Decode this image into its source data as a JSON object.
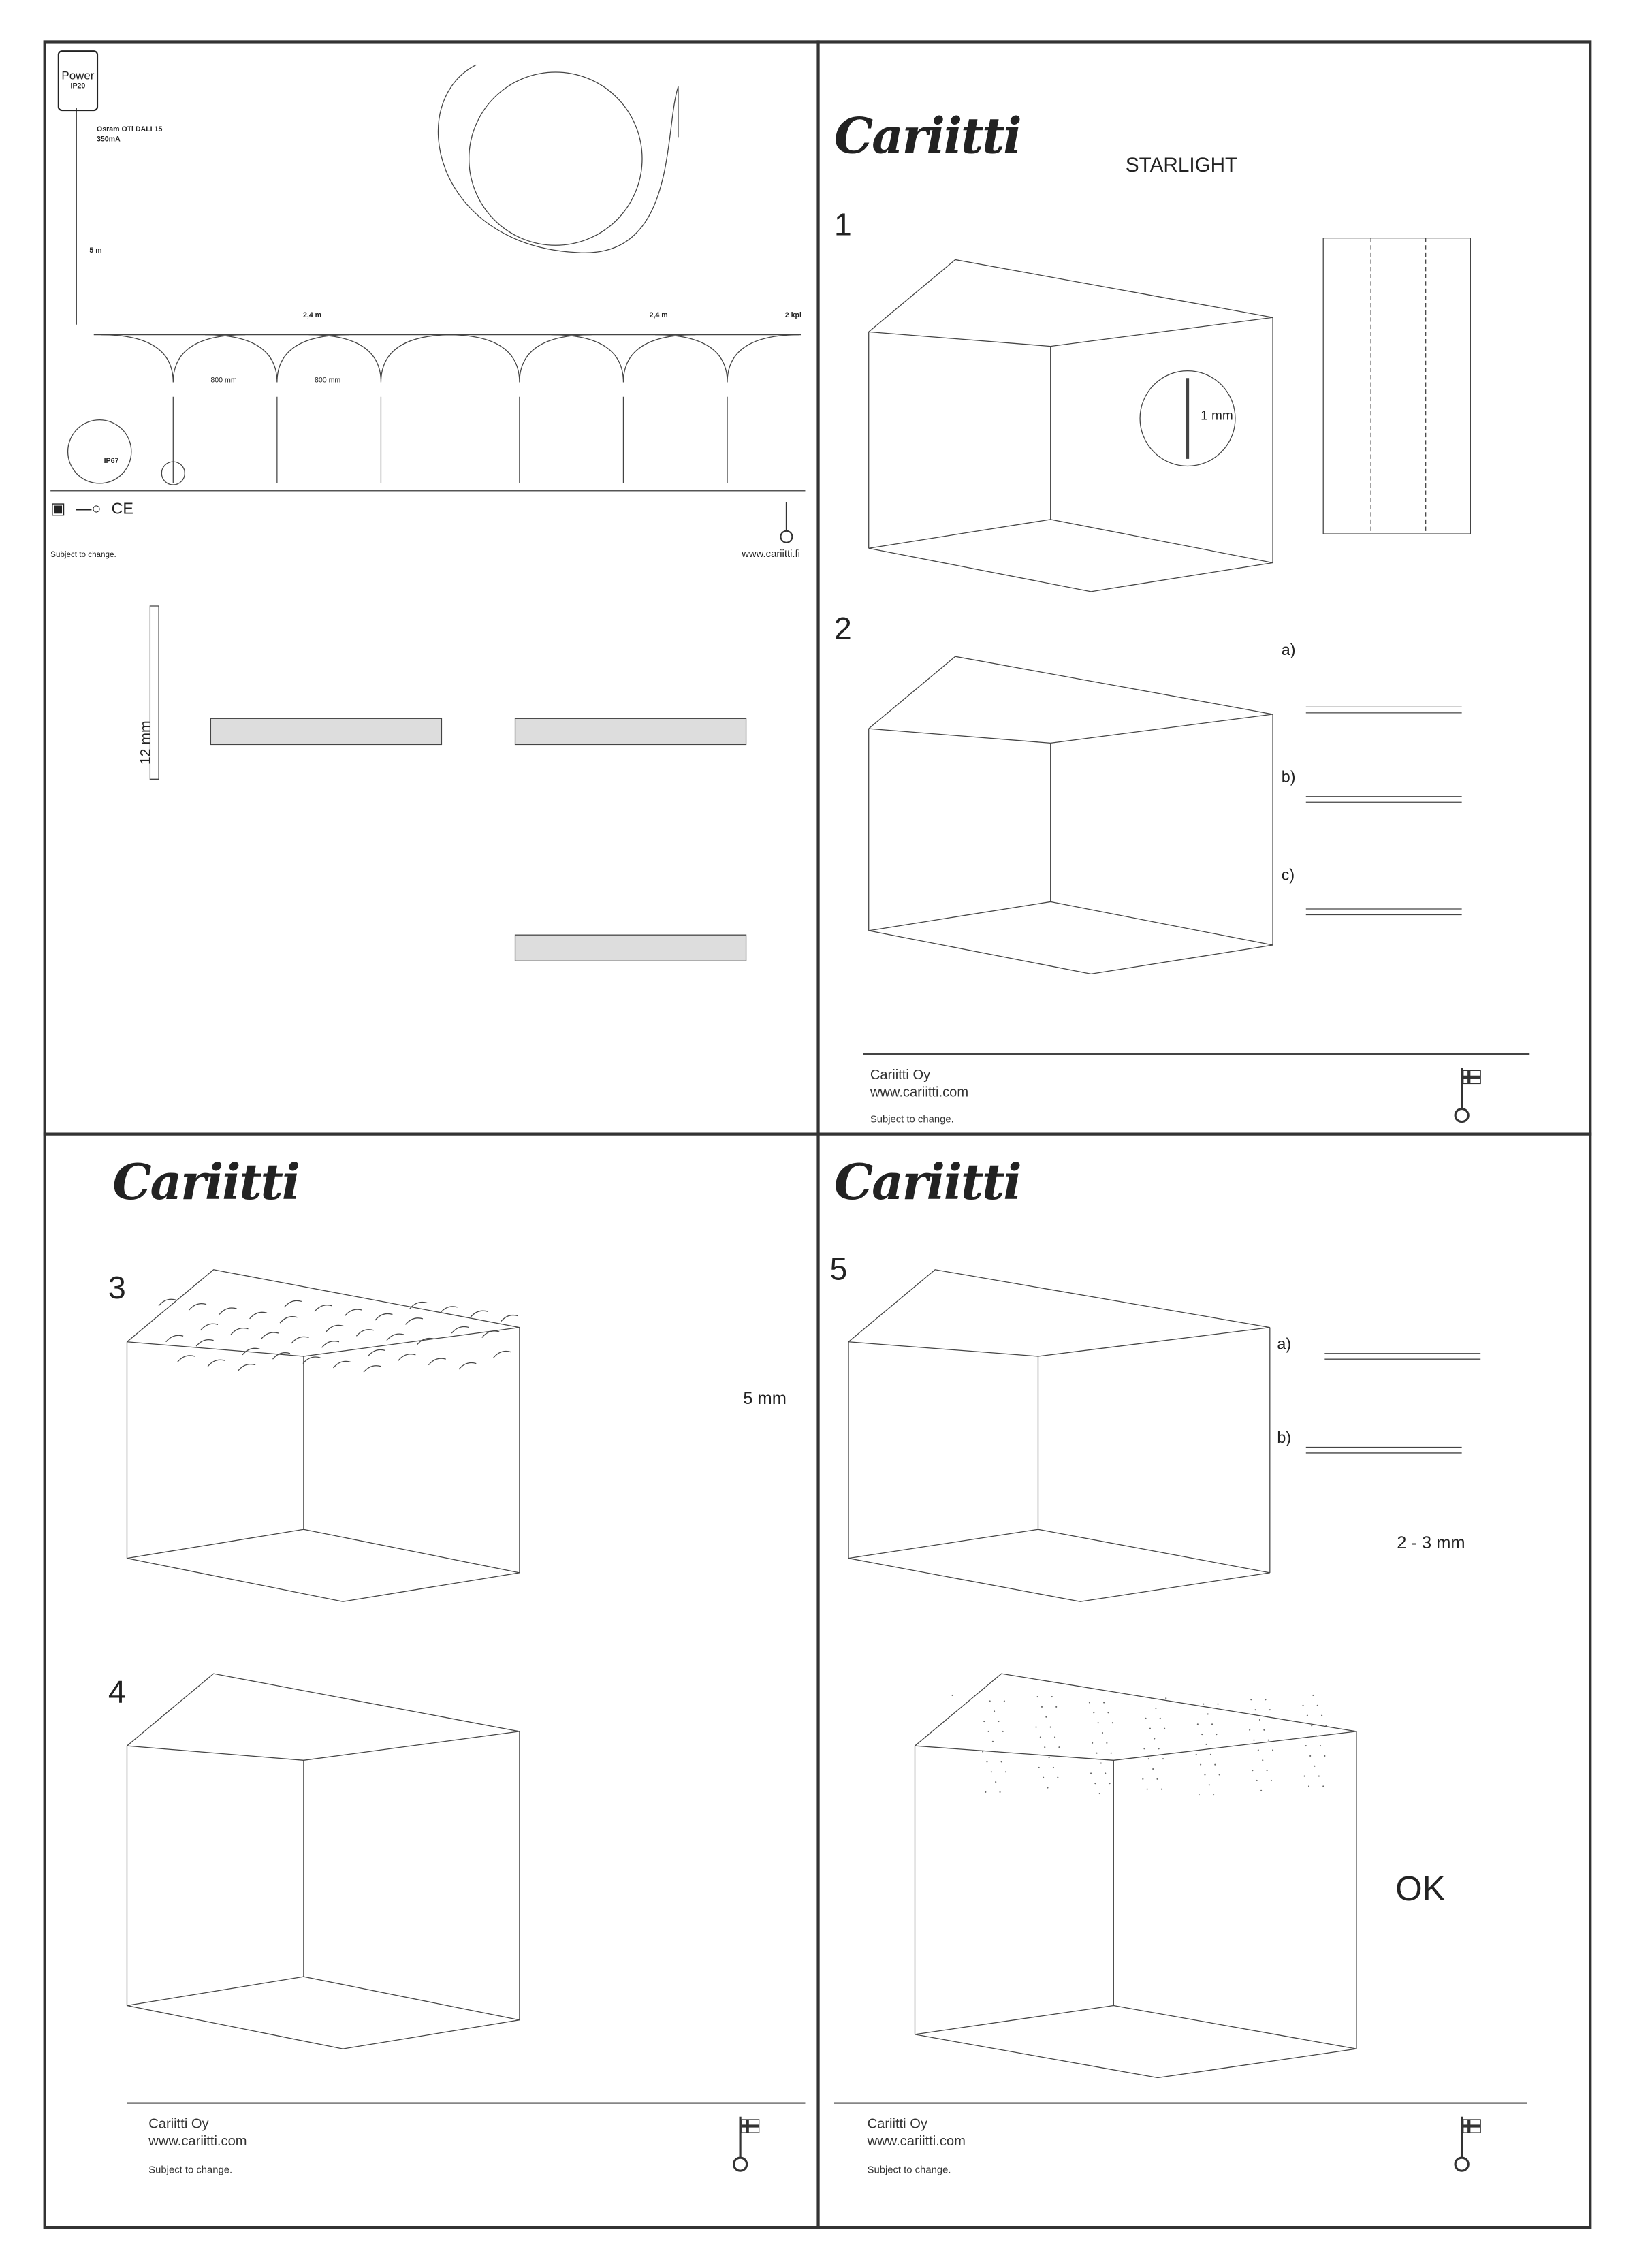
{
  "brand": {
    "logo_text": "Cariitti",
    "product": "STARLIGHT"
  },
  "page1": {
    "power_label": "Power",
    "power_ip": "IP20",
    "driver_line1": "Osram OTi DALI 15",
    "driver_line2": "350mA",
    "cable_length": "5 m",
    "segment_length_1": "2,4 m",
    "segment_length_2": "2,4 m",
    "quantity": "2 kpl",
    "spacing_1": "800 mm",
    "spacing_2": "800 mm",
    "ip_rating": "IP67",
    "subject_to_change": "Subject to change.",
    "website": "www.cariitti.fi",
    "drill_size": "12 mm"
  },
  "page2": {
    "step1": "1",
    "drill_bit": "1 mm",
    "step2": "2",
    "sub_a": "a)",
    "sub_b": "b)",
    "sub_c": "c)"
  },
  "page3": {
    "step3": "3",
    "trim_length": "5 mm",
    "step4": "4"
  },
  "page4": {
    "step5": "5",
    "sub_a": "a)",
    "sub_b": "b)",
    "trim_length": "2 - 3 mm",
    "result": "OK"
  },
  "footer": {
    "company": "Cariitti Oy",
    "website": "www.cariitti.com",
    "subject_to_change": "Subject to change."
  }
}
